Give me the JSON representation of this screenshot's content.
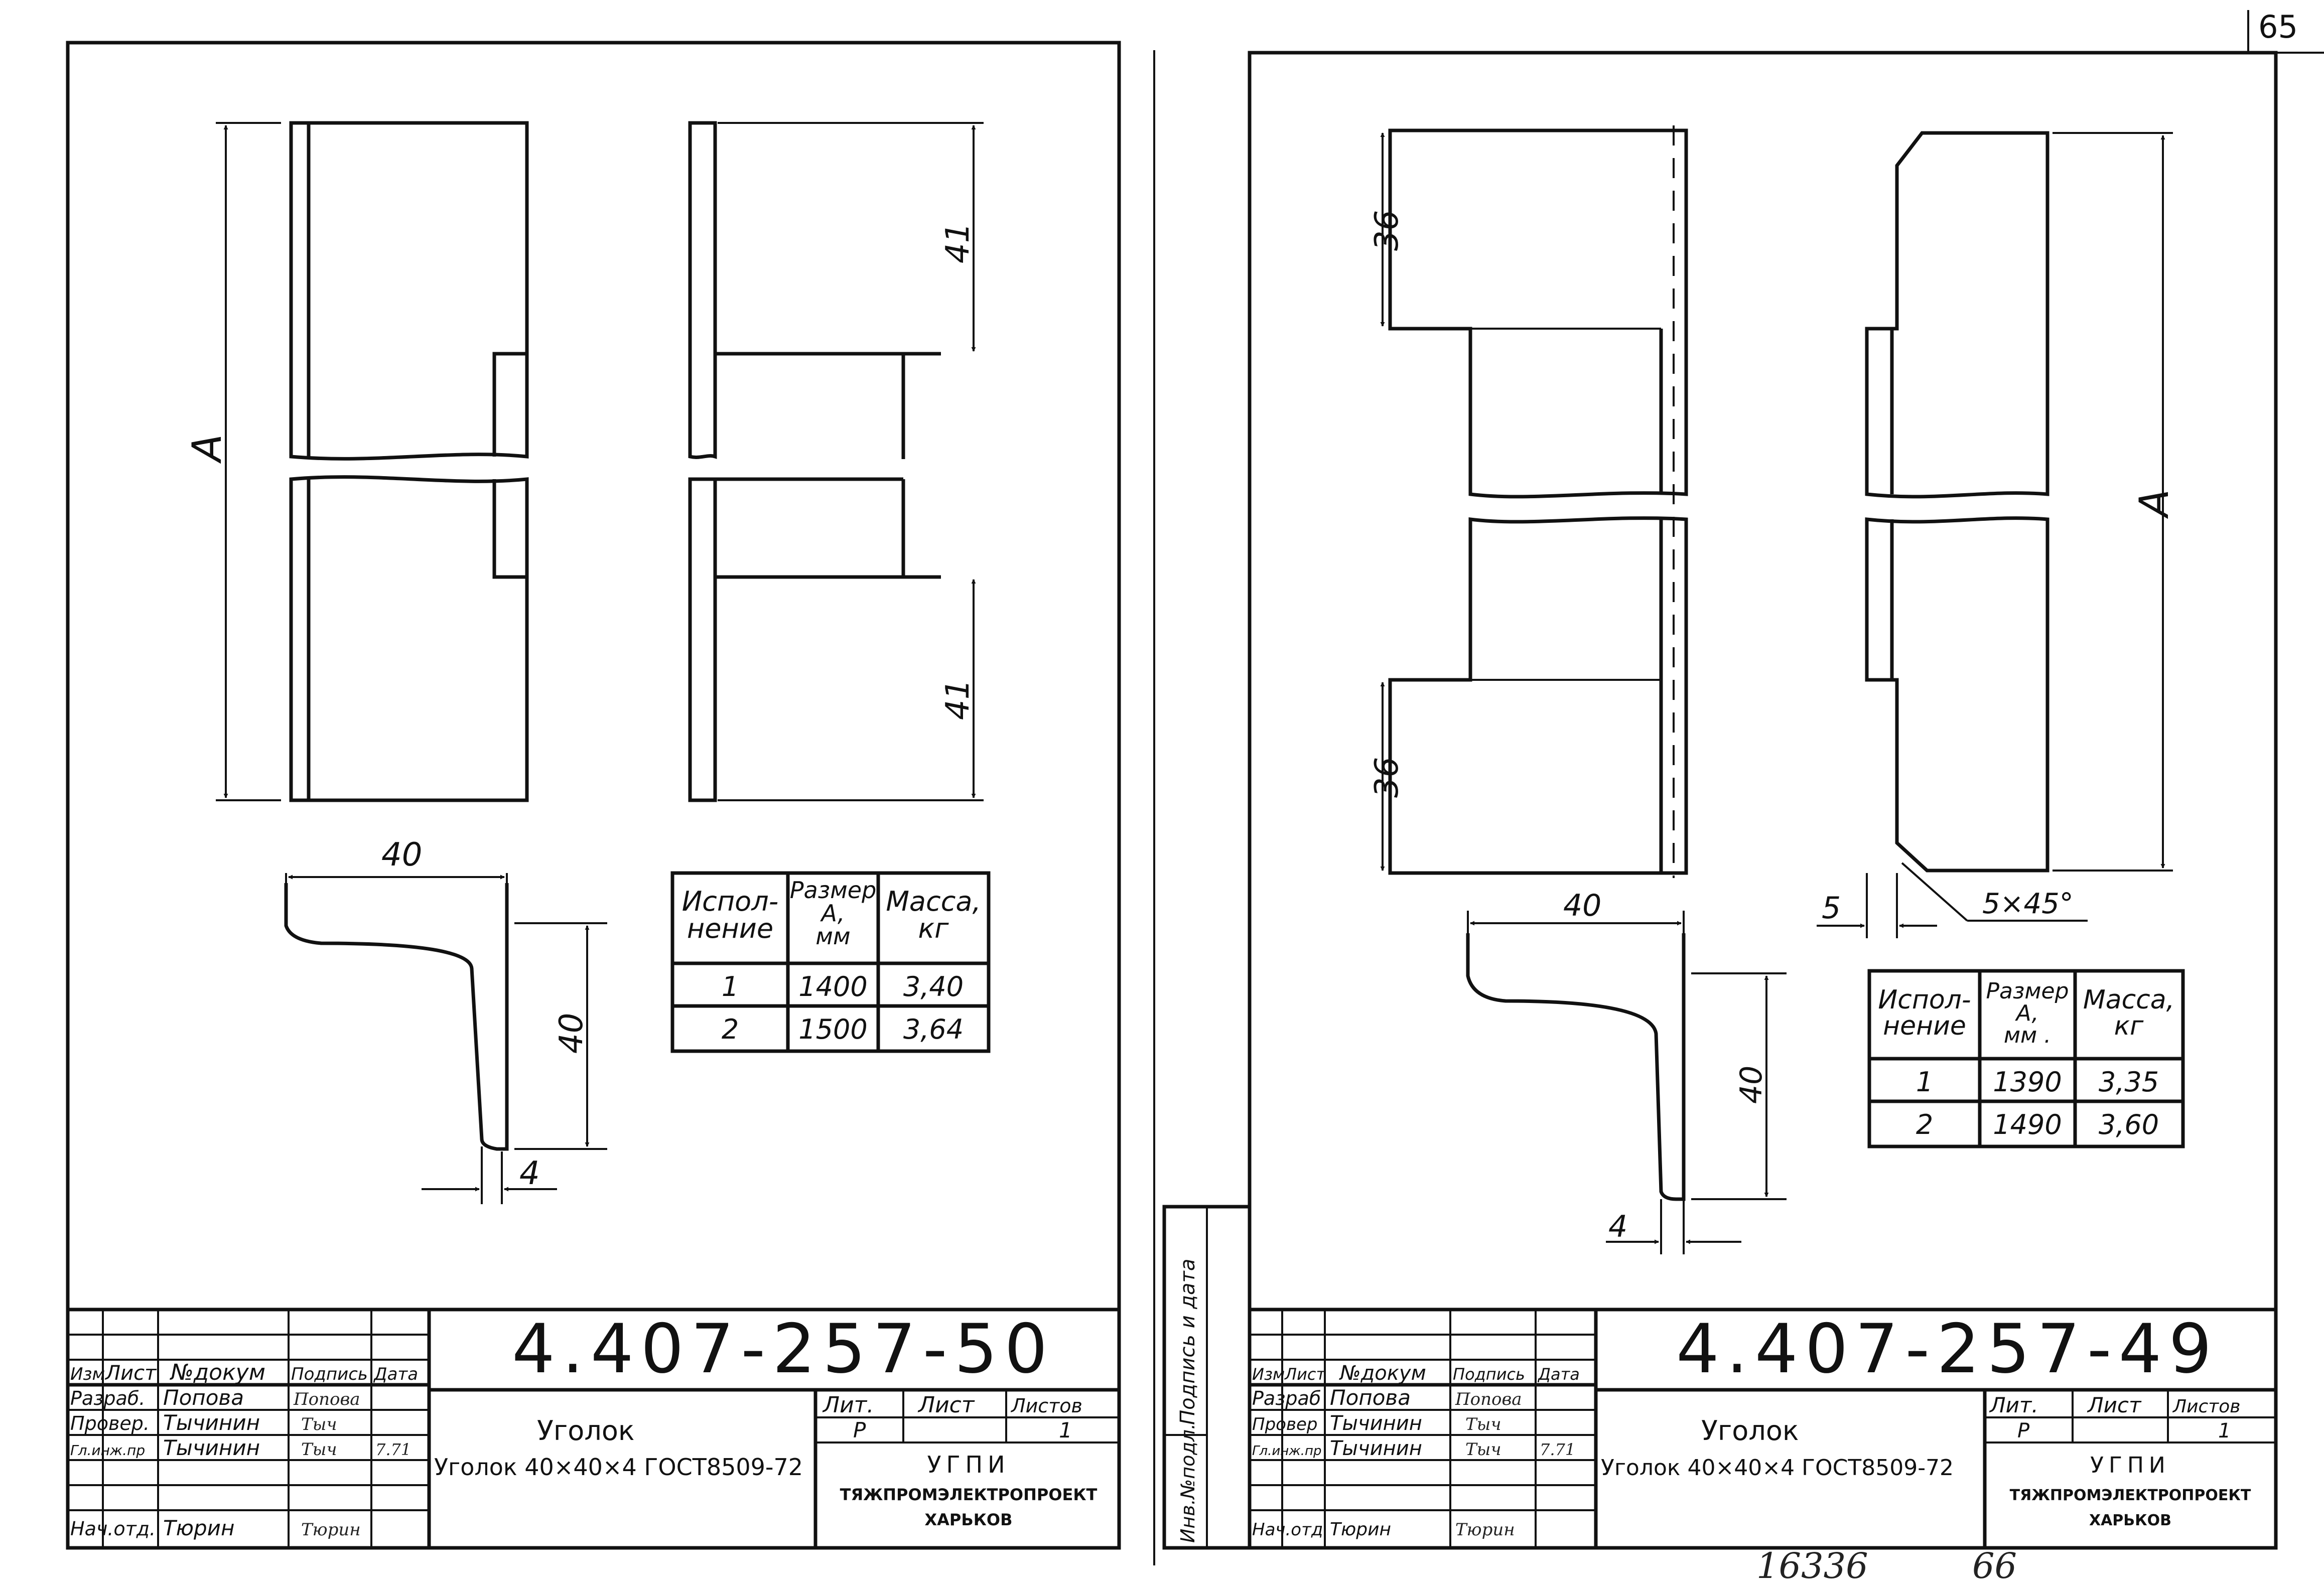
{
  "page_number": "65",
  "bottom_note": {
    "number": "16336",
    "page": "66"
  },
  "drawings": [
    {
      "designation": "4.407-257-50",
      "name": "Уголок",
      "material": "Уголок 40×40×4  ГОСТ8509-72",
      "dims": {
        "a": "A",
        "top": "41",
        "bottom": "41",
        "flange_w": "40",
        "flange_h": "40",
        "thick": "4"
      },
      "table": {
        "headers": [
          "Испол-\nнение",
          "Размер\nA,\nмм",
          "Масса,\nкг"
        ],
        "rows": [
          [
            "1",
            "1400",
            "3,40"
          ],
          [
            "2",
            "1500",
            "3,64"
          ]
        ]
      },
      "title_block": {
        "col_headers": [
          "Изм",
          "Лист",
          "№докум",
          "Подпись",
          "Дата"
        ],
        "staff": [
          {
            "role": "Разраб.",
            "name": "Попова",
            "sign": "Попова",
            "date": ""
          },
          {
            "role": "Провер.",
            "name": "Тычинин",
            "sign": "Тыч",
            "date": ""
          },
          {
            "role": "Гл.инж.пр",
            "name": "Тычинин",
            "sign": "Тыч",
            "date": "7.71"
          },
          {
            "role": "",
            "name": "",
            "sign": "",
            "date": ""
          },
          {
            "role": "Нач.отд.",
            "name": "Тюрин",
            "sign": "Тюрин",
            "date": ""
          }
        ],
        "lit_headers": [
          "Лит.",
          "Лист",
          "Листов"
        ],
        "lit_values": [
          "Р",
          "",
          "1"
        ],
        "org": [
          "УГПИ",
          "ТЯЖПРОМЭЛЕКТРОПРОЕКТ",
          "ХАРЬКОВ"
        ]
      }
    },
    {
      "designation": "4.407-257-49",
      "name": "Уголок",
      "material": "Уголок 40×40×4  ГОСТ8509-72",
      "dims": {
        "a": "A",
        "top": "36",
        "bottom": "36",
        "flange_w": "40",
        "flange_h": "40",
        "thick": "4",
        "chamfer": "5×45°",
        "offset": "5"
      },
      "table": {
        "headers": [
          "Испол-\nнение",
          "Размер\nA,\nмм .",
          "Масса,\nкг"
        ],
        "rows": [
          [
            "1",
            "1390",
            "3,35"
          ],
          [
            "2",
            "1490",
            "3,60"
          ]
        ]
      },
      "side_labels": [
        "Подпись и дата",
        "Инв.№подл."
      ],
      "title_block": {
        "col_headers": [
          "Изм",
          "Лист",
          "№докум",
          "Подпись",
          "Дата"
        ],
        "staff": [
          {
            "role": "Разраб",
            "name": "Попова",
            "sign": "Попова",
            "date": ""
          },
          {
            "role": "Провер",
            "name": "Тычинин",
            "sign": "Тыч",
            "date": ""
          },
          {
            "role": "Гл.инж.пр",
            "name": "Тычинин",
            "sign": "Тыч",
            "date": "7.71"
          },
          {
            "role": "",
            "name": "",
            "sign": "",
            "date": ""
          },
          {
            "role": "Нач.отд",
            "name": "Тюрин",
            "sign": "Тюрин",
            "date": ""
          }
        ],
        "lit_headers": [
          "Лит.",
          "Лист",
          "Листов"
        ],
        "lit_values": [
          "Р",
          "",
          "1"
        ],
        "org": [
          "УГПИ",
          "ТЯЖПРОМЭЛЕКТРОПРОЕКТ",
          "ХАРЬКОВ"
        ]
      }
    }
  ]
}
